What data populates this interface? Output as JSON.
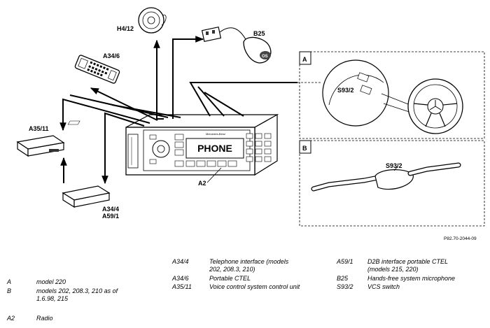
{
  "labels": {
    "h4_12": "H4/12",
    "b25": "B25",
    "a34_6": "A34/6",
    "a35_11": "A35/11",
    "a34_4": "A34/4",
    "a59_1": "A59/1",
    "a2": "A2",
    "s93_2_wheel": "S93/2",
    "s93_2_stalk": "S93/2",
    "panel_a": "A",
    "panel_b": "B",
    "radio_display": "PHONE"
  },
  "figure_id": "P82.70-2044-09",
  "legend": {
    "left": [
      {
        "code": "A",
        "text": "model 220"
      },
      {
        "code": "B",
        "text": "models 202, 208.3, 210 as of 1.6.98, 215"
      },
      {
        "code": "A2",
        "text": "Radio"
      }
    ],
    "middle": [
      {
        "code": "A34/4",
        "text": "Telephone interface (models 202, 208.3, 210)"
      },
      {
        "code": "A34/6",
        "text": "Portable CTEL"
      },
      {
        "code": "A35/11",
        "text": "Voice control system control unit"
      }
    ],
    "right": [
      {
        "code": "A59/1",
        "text": "D2B interface portable CTEL (models 215, 220)"
      },
      {
        "code": "B25",
        "text": "Hands-free system microphone"
      },
      {
        "code": "S93/2",
        "text": "VCS switch"
      }
    ]
  }
}
